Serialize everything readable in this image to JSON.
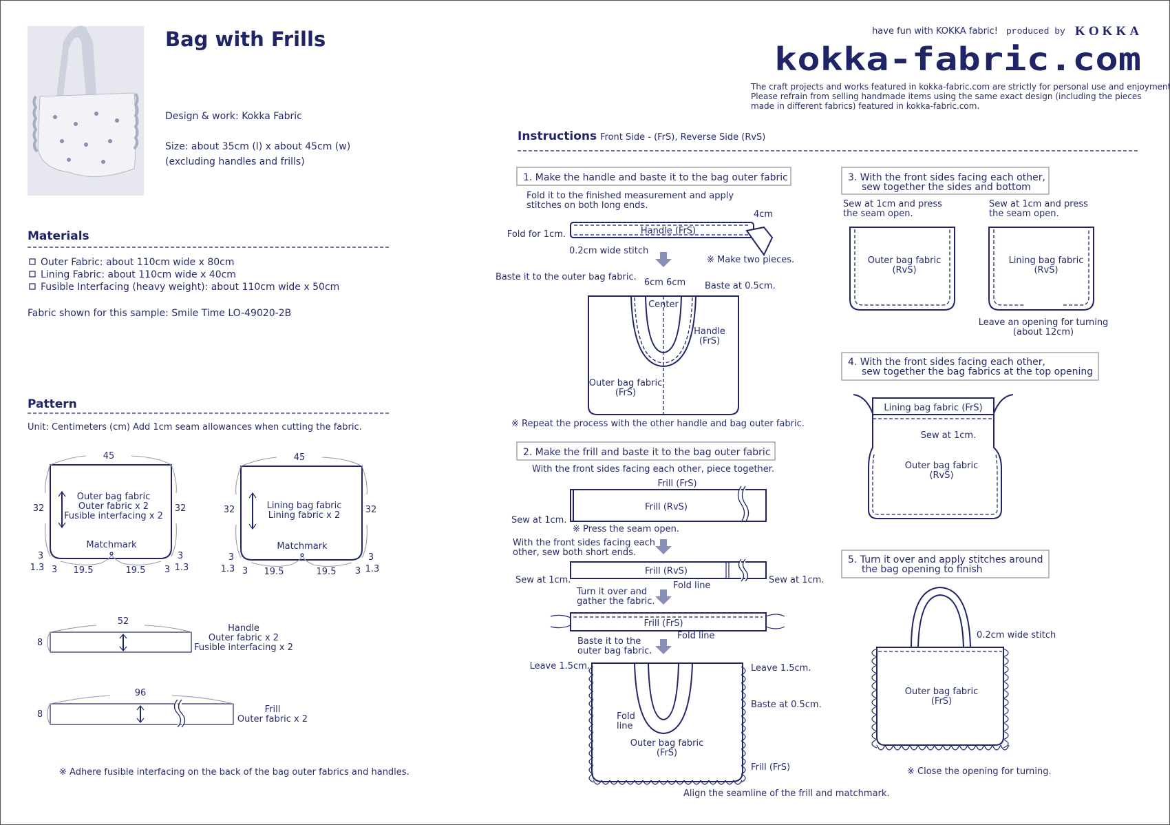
{
  "header": {
    "title": "Bag with Frills",
    "design": "Design & work: Kokka Fabric",
    "size_line1": "Size: about 35cm (l) x about 45cm (w)",
    "size_line2": "(excluding handles and frills)",
    "tagline": "have fun with KOKKA fabric!",
    "produced_by": "produced by",
    "brand": "KOKKA",
    "site_logo": "kokka-fabric.com",
    "disclaimer": [
      "The craft projects and works featured in kokka-fabric.com are strictly for personal use and enjoyment.",
      "Please refrain from selling handmade items using the same exact design (including the pieces",
      "made in different fabrics) featured in kokka-fabric.com."
    ]
  },
  "materials": {
    "heading": "Materials",
    "items": [
      "Outer Fabric: about 110cm wide x 80cm",
      "Lining Fabric: about 110cm wide x 40cm",
      "Fusible Interfacing (heavy weight): about 110cm wide x 50cm"
    ],
    "fabric_note": "Fabric shown for this sample: Smile Time LO-49020-2B"
  },
  "pattern": {
    "heading": "Pattern",
    "unit_note": "Unit: Centimeters (cm)  Add 1cm seam allowances when cutting the fabric.",
    "outer": {
      "width": "45",
      "height": "32",
      "lines": [
        "Outer bag fabric",
        "Outer fabric x 2",
        "Fusible interfacing x 2"
      ],
      "matchmark": "Matchmark"
    },
    "lining": {
      "width": "45",
      "height": "32",
      "lines": [
        "Lining bag fabric",
        "Lining fabric x 2"
      ],
      "matchmark": "Matchmark"
    },
    "corner": {
      "c3": "3",
      "c13": "1.3",
      "half": "19.5"
    },
    "handle": {
      "length": "52",
      "width": "8",
      "lines": [
        "Handle",
        "Outer fabric x 2",
        "Fusible interfacing x 2"
      ]
    },
    "frill": {
      "length": "96",
      "width": "8",
      "lines": [
        "Frill",
        "Outer fabric x 2"
      ]
    },
    "note": "※ Adhere fusible interfacing on the back of the bag outer fabrics and handles."
  },
  "instructions": {
    "heading": "Instructions",
    "legend": "Front Side - (FrS), Reverse Side (RvS)",
    "step1": {
      "title": "1. Make the handle and baste it to the bag outer fabric",
      "desc": [
        "Fold it to the finished measurement and apply",
        "stitches on both long ends."
      ],
      "handle": "Handle (FrS)",
      "fold": "Fold for 1cm.",
      "stitch": "0.2cm wide stitch",
      "width": "4cm",
      "two": "※ Make two pieces.",
      "baste": "Baste it to the outer bag fabric.",
      "six": "6cm 6cm",
      "baste05": "Baste at 0.5cm.",
      "center": "Center",
      "handle2": [
        "Handle",
        "(FrS)"
      ],
      "outer": [
        "Outer bag fabric",
        "(FrS)"
      ],
      "repeat": "※ Repeat the process with the other handle and bag outer fabric."
    },
    "step2": {
      "title": "2. Make the frill and baste it to the bag outer fabric",
      "desc": "With the front sides facing each other, piece together.",
      "frill_frs": "Frill (FrS)",
      "frill_rvs": "Frill (RvS)",
      "sew1": "Sew at 1cm.",
      "press": "※ Press the seam open.",
      "short_ends": [
        "With the front sides facing each",
        "other, sew both short ends."
      ],
      "fold_line": "Fold line",
      "turn": [
        "Turn it over and",
        "gather the fabric."
      ],
      "baste": [
        "Baste it to the",
        "outer bag fabric."
      ],
      "leave": "Leave 1.5cm.",
      "baste05": "Baste at 0.5cm.",
      "fold2": [
        "Fold",
        "line"
      ],
      "outer": [
        "Outer bag fabric",
        "(FrS)"
      ],
      "frill": "Frill (FrS)",
      "align": "Align the seamline of the frill and matchmark."
    },
    "step3": {
      "title": [
        "3. With the front sides facing each other,",
        "sew together the sides and bottom"
      ],
      "sew": [
        "Sew at 1cm and press",
        "the seam open."
      ],
      "outer": [
        "Outer bag fabric",
        "(RvS)"
      ],
      "lining": [
        "Lining bag fabric",
        "(RvS)"
      ],
      "opening": [
        "Leave an opening for turning",
        "(about 12cm)"
      ]
    },
    "step4": {
      "title": [
        "4. With the front sides facing each other,",
        "sew together the bag fabrics at the top opening"
      ],
      "lining": "Lining bag fabric (FrS)",
      "sew": "Sew at 1cm.",
      "outer": [
        "Outer bag fabric",
        "(RvS)"
      ]
    },
    "step5": {
      "title": [
        "5. Turn it over and apply stitches around",
        "the bag opening to finish"
      ],
      "stitch": "0.2cm wide stitch",
      "outer": [
        "Outer bag fabric",
        "(FrS)"
      ],
      "close": "※ Close the opening for turning."
    }
  },
  "colors": {
    "navy": "#1f2466",
    "lining_fill": "#dfe1ec",
    "arrow": "#8a8fb5"
  }
}
